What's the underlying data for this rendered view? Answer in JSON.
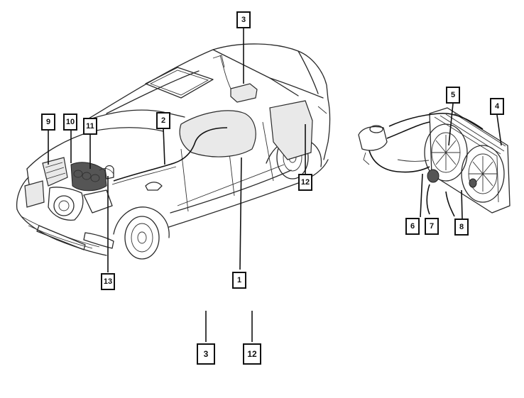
{
  "callouts": {
    "c1": "1",
    "c2": "2",
    "c3_top": "3",
    "c3_bottom": "3",
    "c4": "4",
    "c5": "5",
    "c6": "6",
    "c7": "7",
    "c8": "8",
    "c9": "9",
    "c10": "10",
    "c11": "11",
    "c12_right": "12",
    "c12_bottom": "12",
    "c13": "13"
  }
}
